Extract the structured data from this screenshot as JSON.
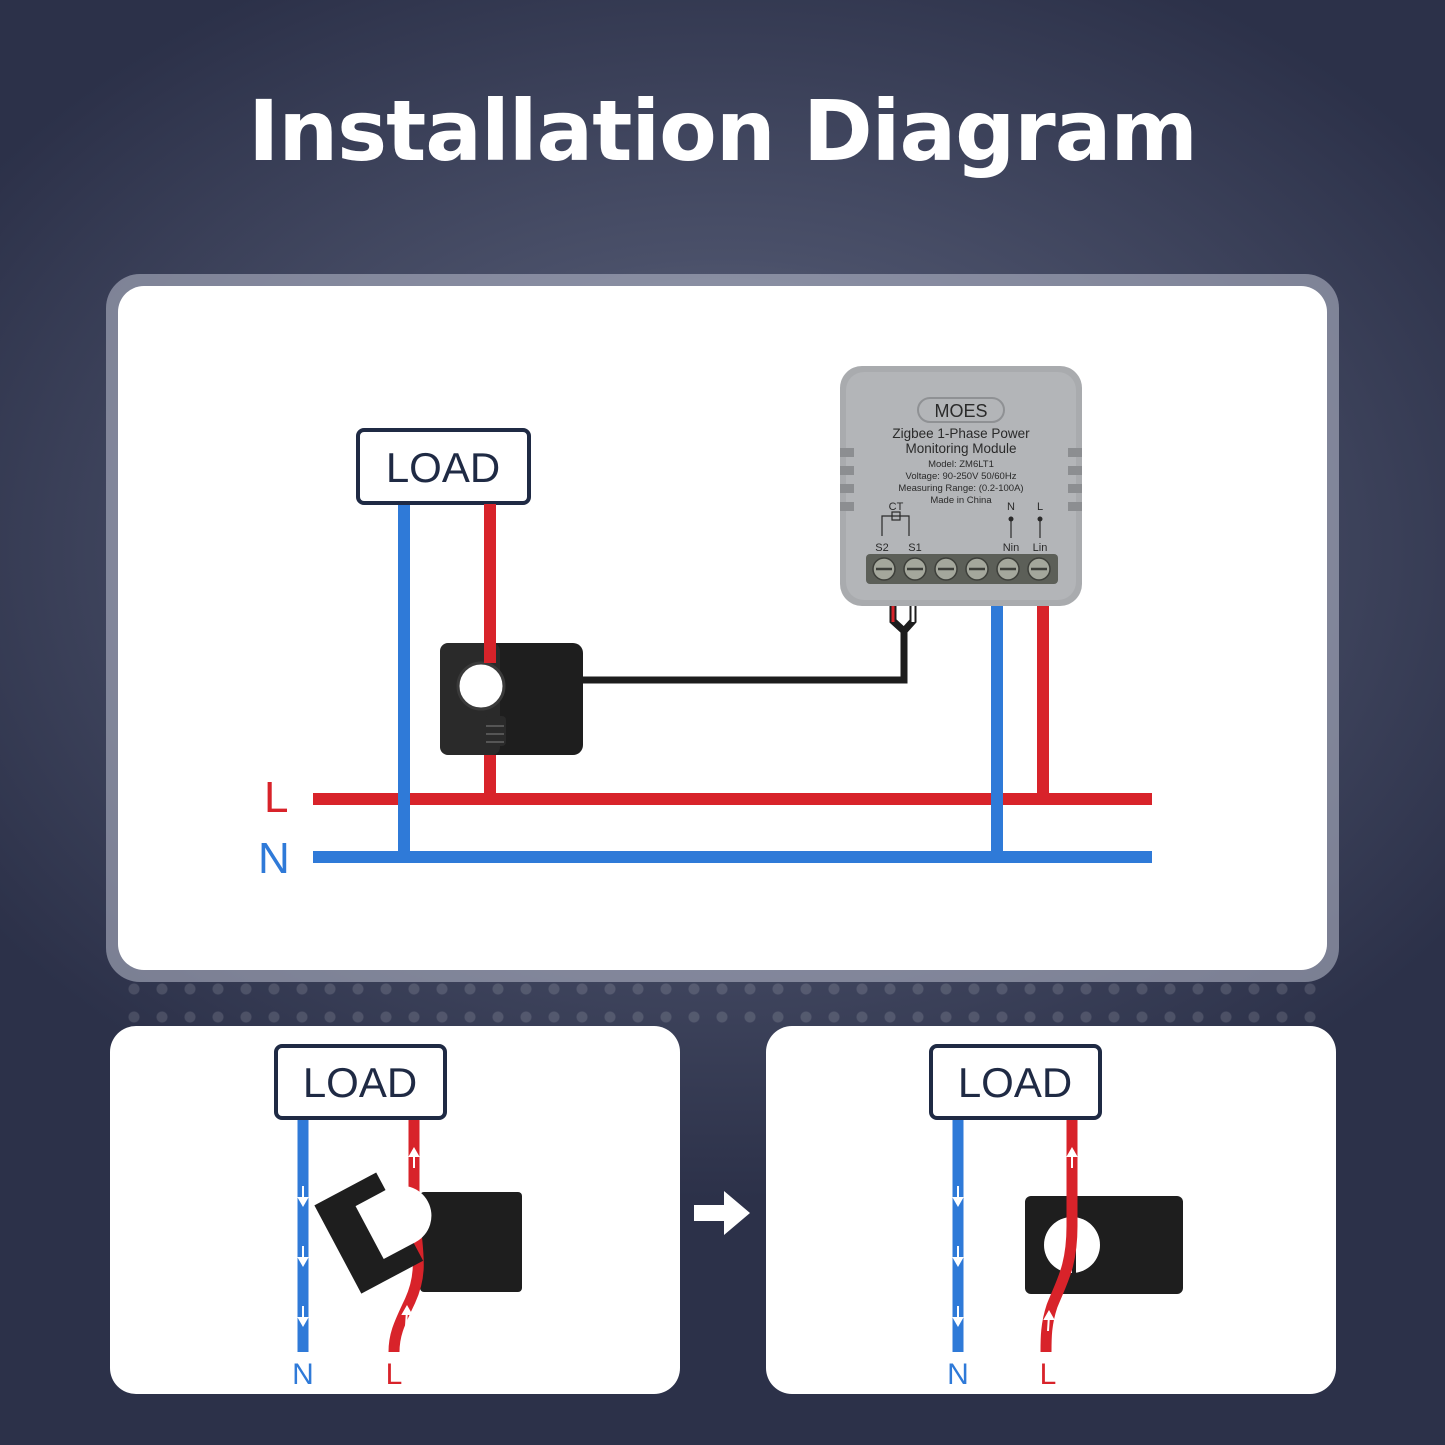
{
  "title": "Installation Diagram",
  "main_diagram": {
    "load_label": "LOAD",
    "line_label": "L",
    "neutral_label": "N",
    "module": {
      "brand": "MOES",
      "name_line1": "Zigbee 1-Phase Power",
      "name_line2": "Monitoring Module",
      "model": "Model: ZM6LT1",
      "voltage": "Voltage: 90-250V 50/60Hz",
      "range": "Measuring Range: (0.2-100A)",
      "origin": "Made in China",
      "ct_label": "CT",
      "n_label": "N",
      "l_label": "L",
      "s2": "S2",
      "s1": "S1",
      "nin": "Nin",
      "lin": "Lin"
    }
  },
  "step_left": {
    "load_label": "LOAD",
    "neutral_label": "N",
    "line_label": "L"
  },
  "step_right": {
    "load_label": "LOAD",
    "neutral_label": "N",
    "line_label": "L"
  },
  "colors": {
    "live": "#d8232a",
    "neutral": "#2f7ad8",
    "label_dark": "#1f2a44"
  },
  "icons": {
    "step_arrow": "arrow-right-icon",
    "clamp": "current-clamp-icon"
  }
}
